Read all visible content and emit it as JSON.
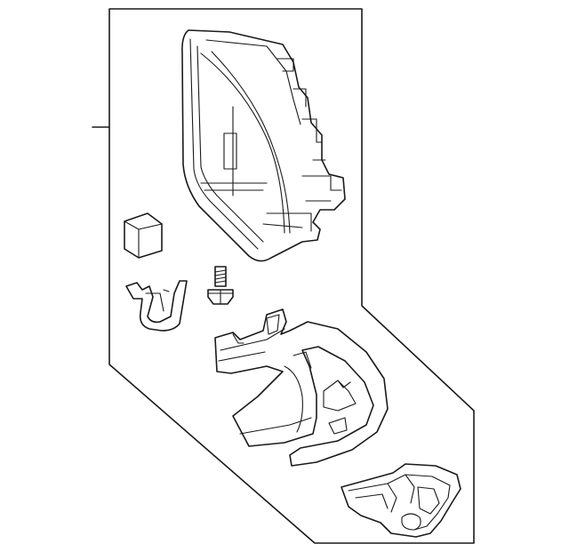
{
  "diagram": {
    "kind": "exploded parts diagram",
    "parts": [
      {
        "name": "mirror-housing-assembly"
      },
      {
        "name": "mirror-glass-cover-block"
      },
      {
        "name": "retaining-clip"
      },
      {
        "name": "mounting-bolt"
      },
      {
        "name": "mirror-cover-cap"
      },
      {
        "name": "turn-signal-lamp-housing"
      }
    ]
  },
  "colors": {
    "line": "#1a1a1a",
    "background": "#ffffff"
  }
}
